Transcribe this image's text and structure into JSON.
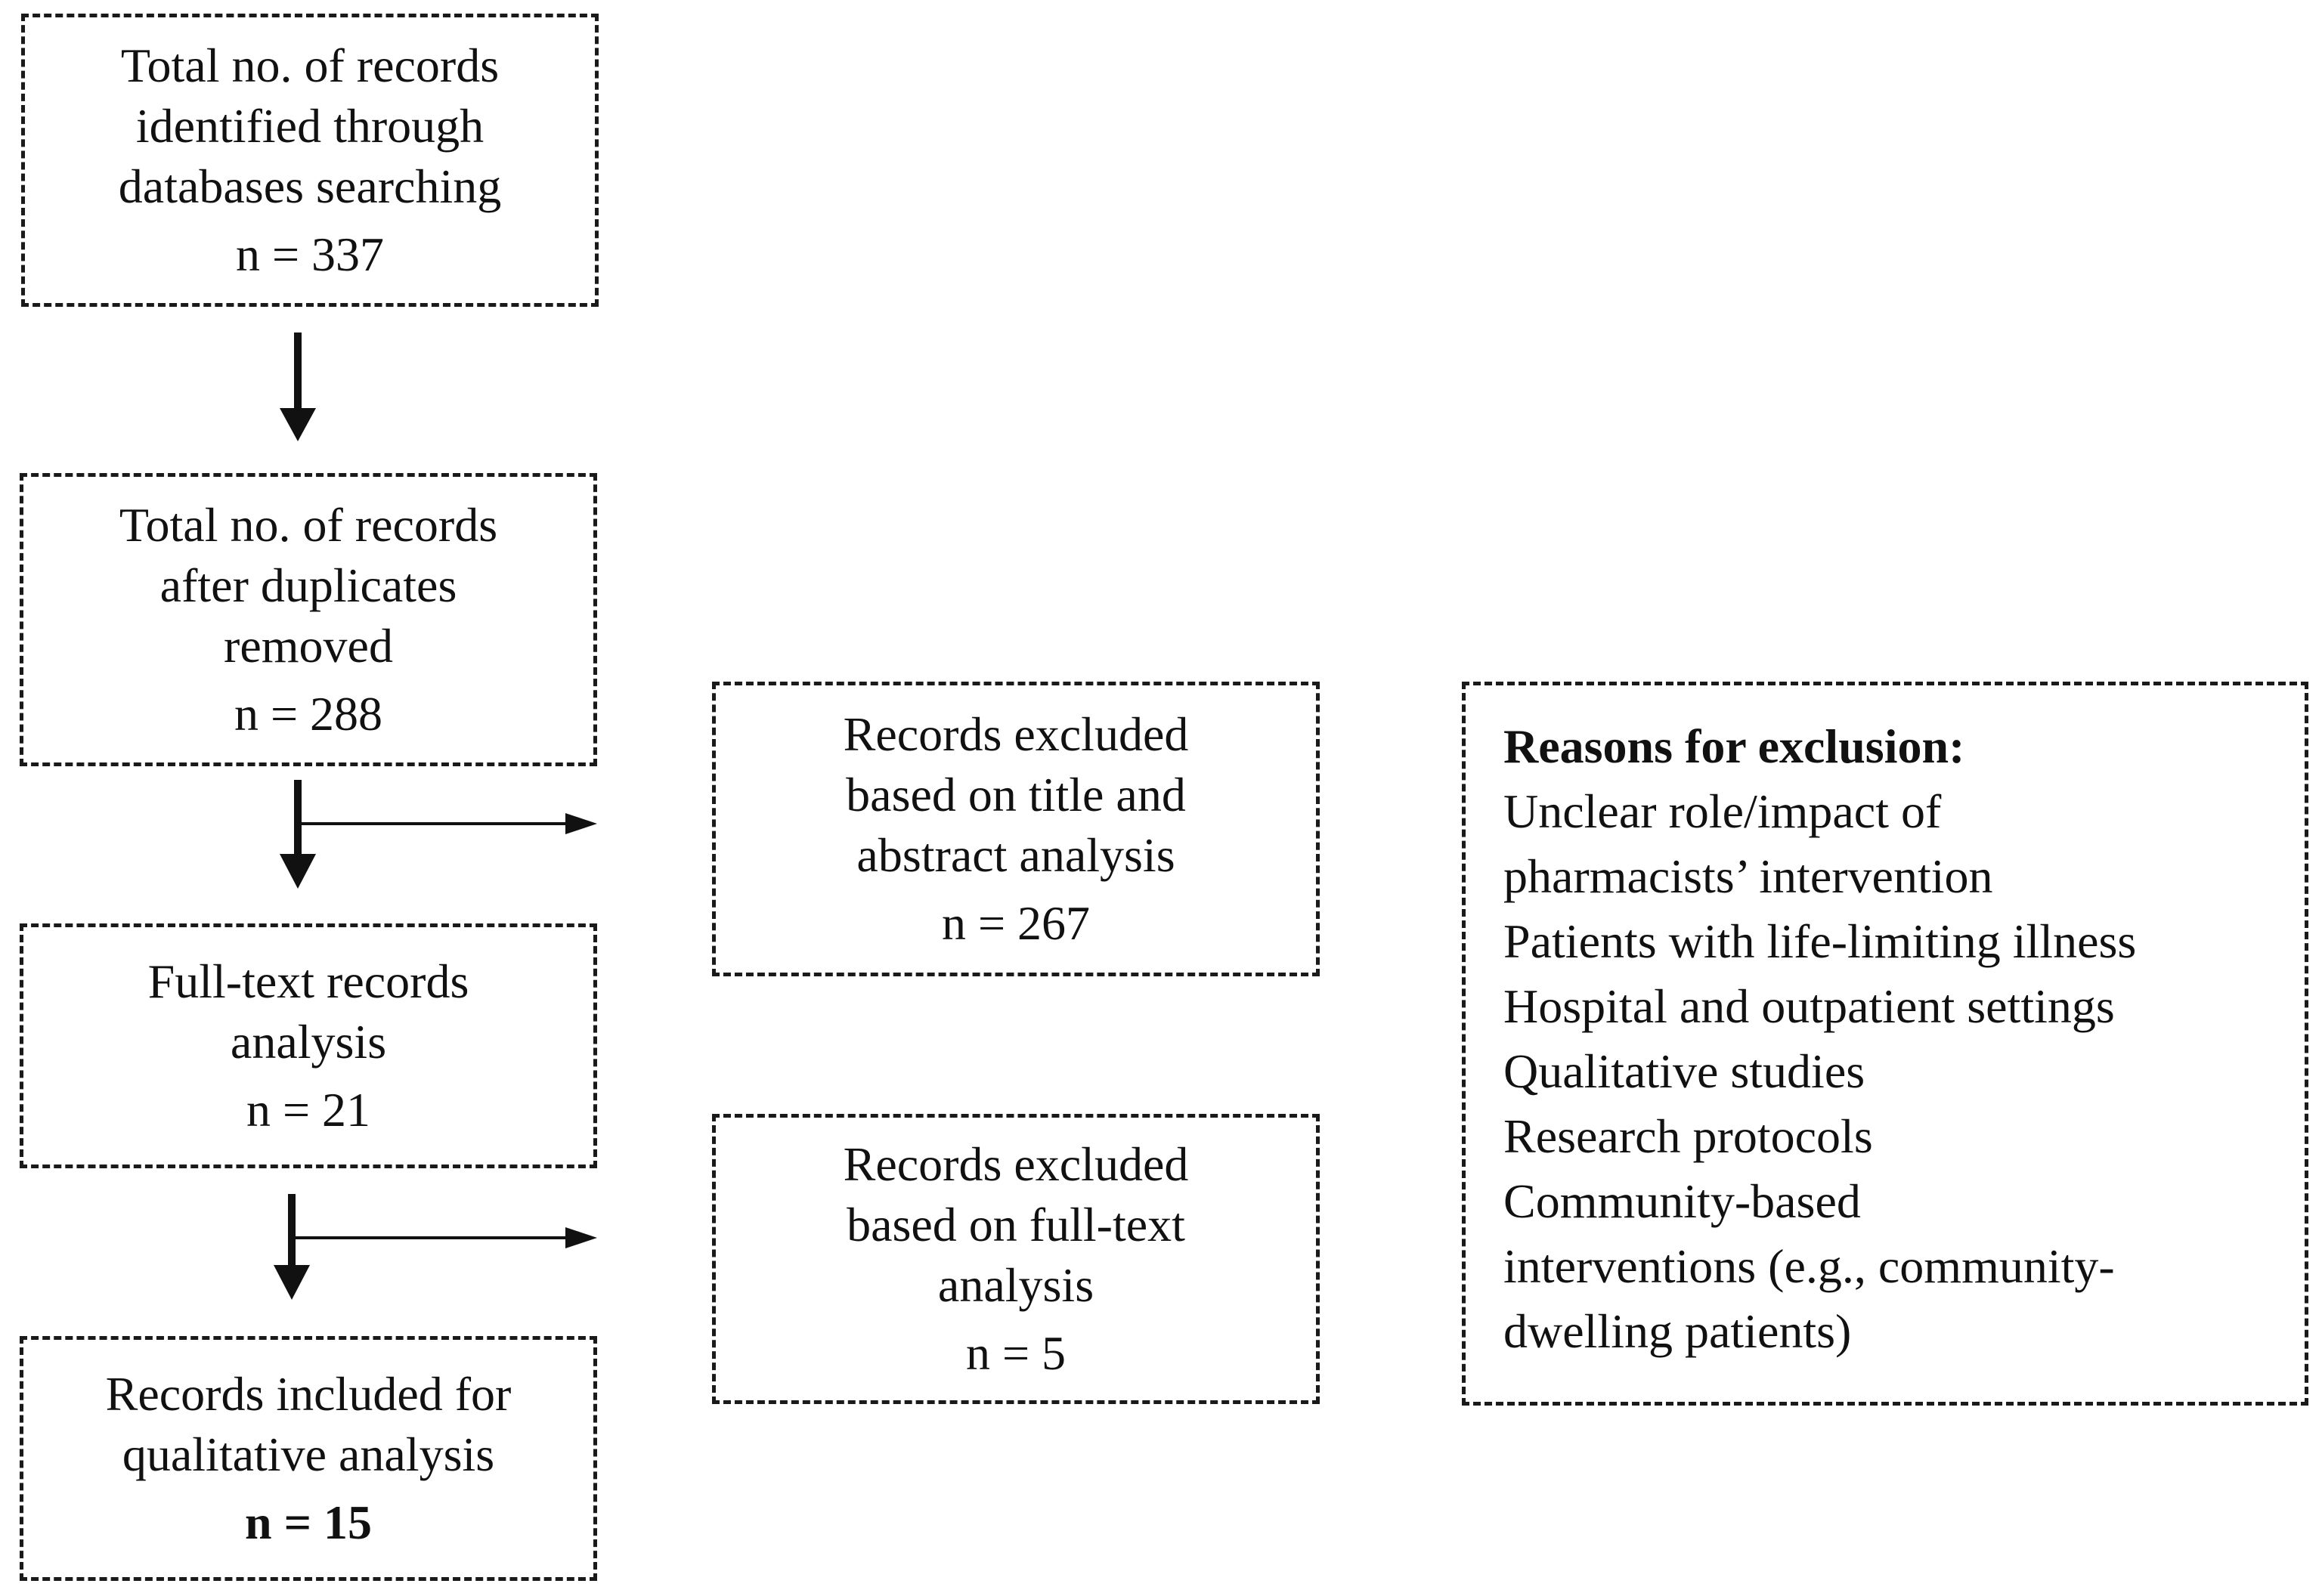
{
  "flow": {
    "identified": {
      "lines": [
        "Total no. of records",
        "identified through",
        "databases searching"
      ],
      "count": "n = 337"
    },
    "after_duplicates": {
      "lines": [
        "Total no. of records",
        "after duplicates",
        "removed"
      ],
      "count": "n = 288"
    },
    "full_text": {
      "lines": [
        "Full-text records",
        "analysis"
      ],
      "count": "n = 21"
    },
    "included": {
      "lines": [
        "Records included for",
        "qualitative analysis"
      ],
      "count": "n = 15"
    },
    "excluded_title_abstract": {
      "lines": [
        "Records excluded",
        "based on title and",
        "abstract analysis"
      ],
      "count": "n = 267"
    },
    "excluded_full_text": {
      "lines": [
        "Records excluded",
        "based on full-text",
        "analysis"
      ],
      "count": "n = 5"
    }
  },
  "reasons": {
    "title": "Reasons for exclusion:",
    "items": [
      "Unclear role/impact of",
      "pharmacists’ intervention",
      "Patients with life-limiting illness",
      "Hospital and outpatient settings",
      "Qualitative studies",
      "Research protocols",
      "Community-based",
      "interventions (e.g., community-",
      "dwelling patients)"
    ]
  }
}
